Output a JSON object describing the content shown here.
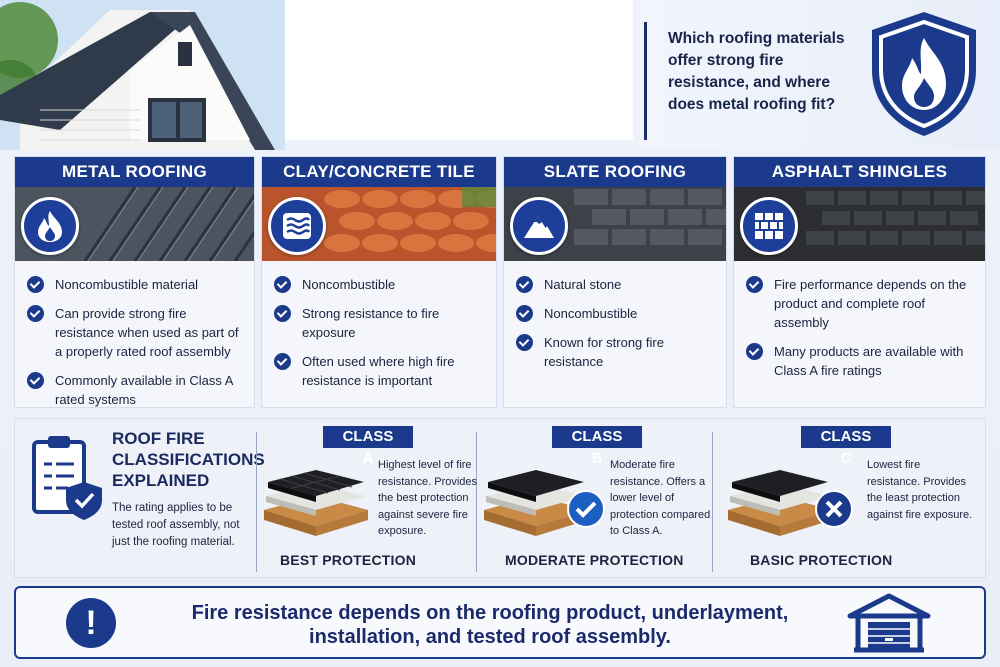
{
  "question": "Which roofing materials offer strong fire resistance, and where does metal roofing fit?",
  "materials": [
    {
      "title": "METAL ROOFING",
      "icon": "flame-icon",
      "points": [
        "Noncombustible material",
        "Can provide strong fire resistance when used as part of a properly rated roof assembly",
        "Commonly available in Class A rated systems"
      ]
    },
    {
      "title": "CLAY/CONCRETE TILE",
      "icon": "waves-icon",
      "points": [
        "Noncombustible",
        "Strong resistance to fire exposure",
        "Often used where high fire resistance is important"
      ]
    },
    {
      "title": "SLATE ROOFING",
      "icon": "mountain-icon",
      "points": [
        "Natural stone",
        "Noncombustible",
        "Known for strong fire resistance"
      ]
    },
    {
      "title": "ASPHALT SHINGLES",
      "icon": "brick-icon",
      "points": [
        "Fire performance depends on the product and complete roof assembly",
        "Many products are available with Class A fire ratings"
      ]
    }
  ],
  "classifications": {
    "title": "ROOF FIRE CLASSIFICATIONS EXPLAINED",
    "note": "The rating applies to be tested roof assembly, not just the roofing material.",
    "classes": [
      {
        "label": "CLASS A",
        "description": "Highest level of fire resistance. Provides the best protection against severe fire exposure.",
        "level": "BEST PROTECTION"
      },
      {
        "label": "CLASS B",
        "description": "Moderate fire resistance. Offers a lower level of protection compared to Class A.",
        "level": "MODERATE PROTECTION"
      },
      {
        "label": "CLASS C",
        "description": "Lowest fire resistance. Provides the least protection against fire exposure.",
        "level": "BASIC PROTECTION"
      }
    ]
  },
  "footer_note": "Fire resistance depends on the roofing product, underlayment, installation, and tested roof assembly.",
  "colors": {
    "primary": "#1b3a8c",
    "text": "#1b2440",
    "panel": "#eef1f8"
  }
}
